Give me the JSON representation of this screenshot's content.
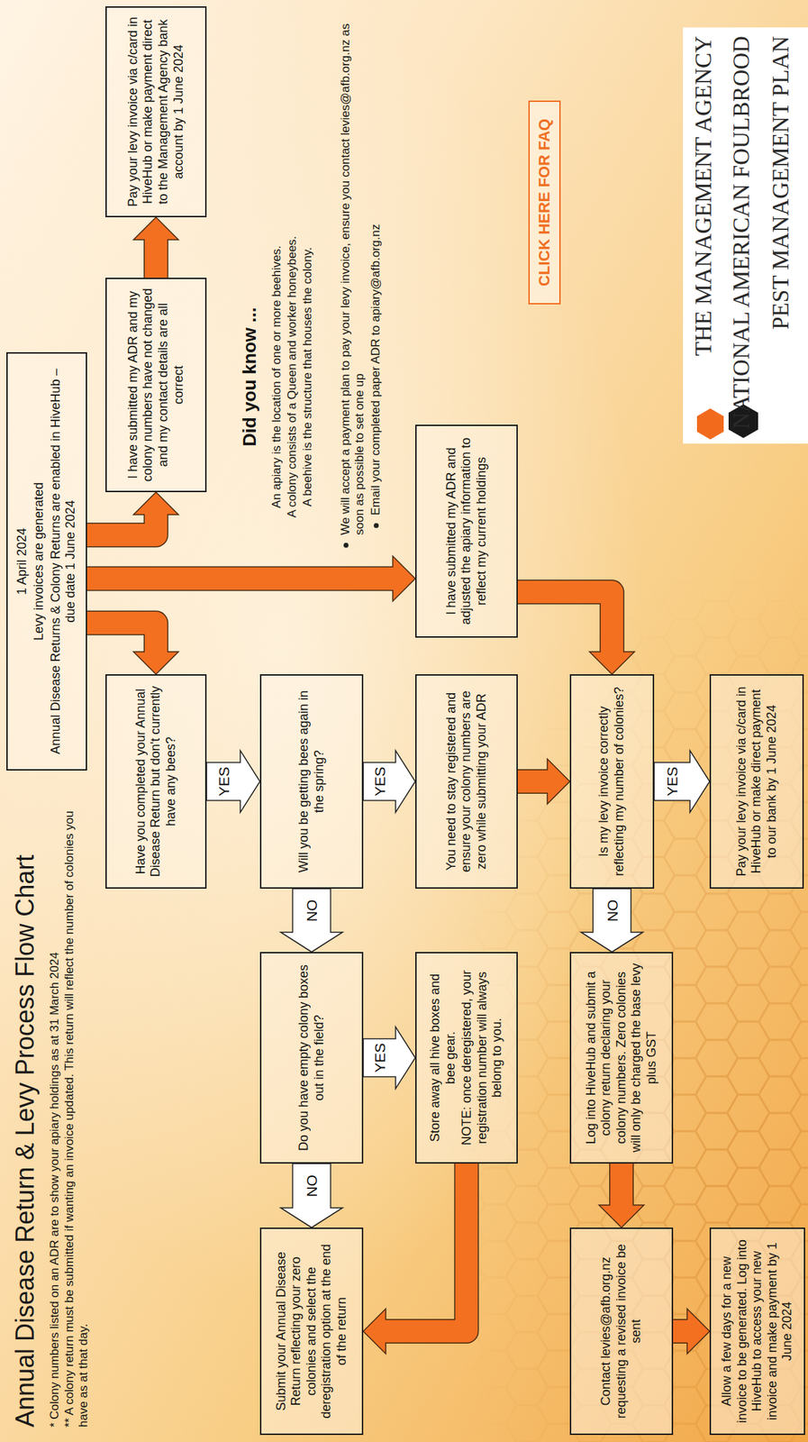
{
  "diagram": {
    "title": "Annual Disease Return & Levy Process Flow Chart",
    "nodes": [
      {
        "text": [
          "1 April 2024",
          "Levy invoices are generated",
          "Annual Disease Returns & Colony Returns are enabled in HiveHub – due date 1 June 2024"
        ]
      },
      {
        "text": [
          "Have you completed your Annual Disease Return but don't currently have any bees?"
        ]
      },
      {
        "text": [
          "I have submitted my ADR and my colony numbers have not changed and my contact details are all correct"
        ]
      },
      {
        "text": [
          "Pay your levy invoice via c/card in HiveHub or make payment direct to the Management Agency bank account by 1 June 2024"
        ]
      },
      {
        "text": [
          "Will you be getting bees again in the spring?"
        ]
      },
      {
        "text": [
          "Do you have empty colony boxes out in the field?"
        ]
      },
      {
        "text": [
          "Submit your Annual Disease Return reflecting your zero colonies and select the deregistration option at the end of the return"
        ]
      },
      {
        "text": [
          "You need to stay registered and ensure your colony numbers are zero while submitting your ADR"
        ]
      },
      {
        "text": [
          "Store away all hive boxes and bee gear.",
          "NOTE: once deregistered, your registration number will always belong to you."
        ]
      },
      {
        "text": [
          "I have submitted my ADR and adjusted the apiary information to reflect my current holdings"
        ]
      },
      {
        "text": [
          "Is my levy invoice correctly reflecting my number of colonies?"
        ]
      },
      {
        "text": [
          "Log into HiveHub and submit a colony return declaring your colony numbers. Zero colonies will only be charged the base levy plus GST"
        ]
      },
      {
        "text": [
          "Contact levies@afb.org.nz requesting a revised invoice be sent"
        ]
      },
      {
        "text": [
          "Pay your levy invoice via c/card in HiveHub or make direct payment to our bank by 1 June 2024"
        ]
      },
      {
        "text": [
          "Allow a few days for a new invoice to be generated. Log into HiveHub to access your new invoice and make payment by 1 June 2024"
        ]
      },
      {
        "text": [
          "CLICK HERE FOR FAQ"
        ]
      }
    ],
    "edges": [
      {
        "from": 0,
        "to": 1,
        "arrow": "to"
      },
      {
        "from": 0,
        "to": 2,
        "arrow": "to"
      },
      {
        "from": 0,
        "to": 9,
        "arrow": "to"
      },
      {
        "from": 2,
        "to": 3,
        "arrow": "to"
      },
      {
        "from": 1,
        "to": 4,
        "label": "YES",
        "arrow": "to"
      },
      {
        "from": 4,
        "to": 7,
        "label": "YES",
        "arrow": "to"
      },
      {
        "from": 4,
        "to": 5,
        "label": "NO",
        "arrow": "to"
      },
      {
        "from": 5,
        "to": 6,
        "label": "NO",
        "arrow": "to"
      },
      {
        "from": 5,
        "to": 8,
        "label": "YES",
        "arrow": "to"
      },
      {
        "from": 8,
        "to": 6,
        "arrow": "to"
      },
      {
        "from": 7,
        "to": 10,
        "arrow": "to"
      },
      {
        "from": 9,
        "to": 10,
        "arrow": "to"
      },
      {
        "from": 10,
        "to": 13,
        "label": "YES",
        "arrow": "to"
      },
      {
        "from": 10,
        "to": 11,
        "label": "NO",
        "arrow": "to"
      },
      {
        "from": 11,
        "to": 12,
        "arrow": "to"
      },
      {
        "from": 12,
        "to": 14,
        "arrow": "to"
      }
    ],
    "labels": [
      "* Colony numbers listed on an ADR are to show your apiary holdings as at 31 March 2024",
      "** A colony return must be submitted if wanting an invoice updated. This return will reflect the number of colonies you have as at that day.",
      "Did you know ...",
      "An apiary is the location of one or more beehives.",
      "A colony consists of a Queen and worker honeybees.",
      "A beehive is the structure that houses the colony.",
      "We will accept a payment plan to pay your levy invoice, ensure you contact levies@afb.org.nz as soon as possible to set one up",
      "Email your completed paper ADR to apiary@afb.org.nz",
      "THE MANAGEMENT AGENCY",
      "NATIONAL AMERICAN FOULBROOD",
      "PEST MANAGEMENT PLAN"
    ]
  }
}
